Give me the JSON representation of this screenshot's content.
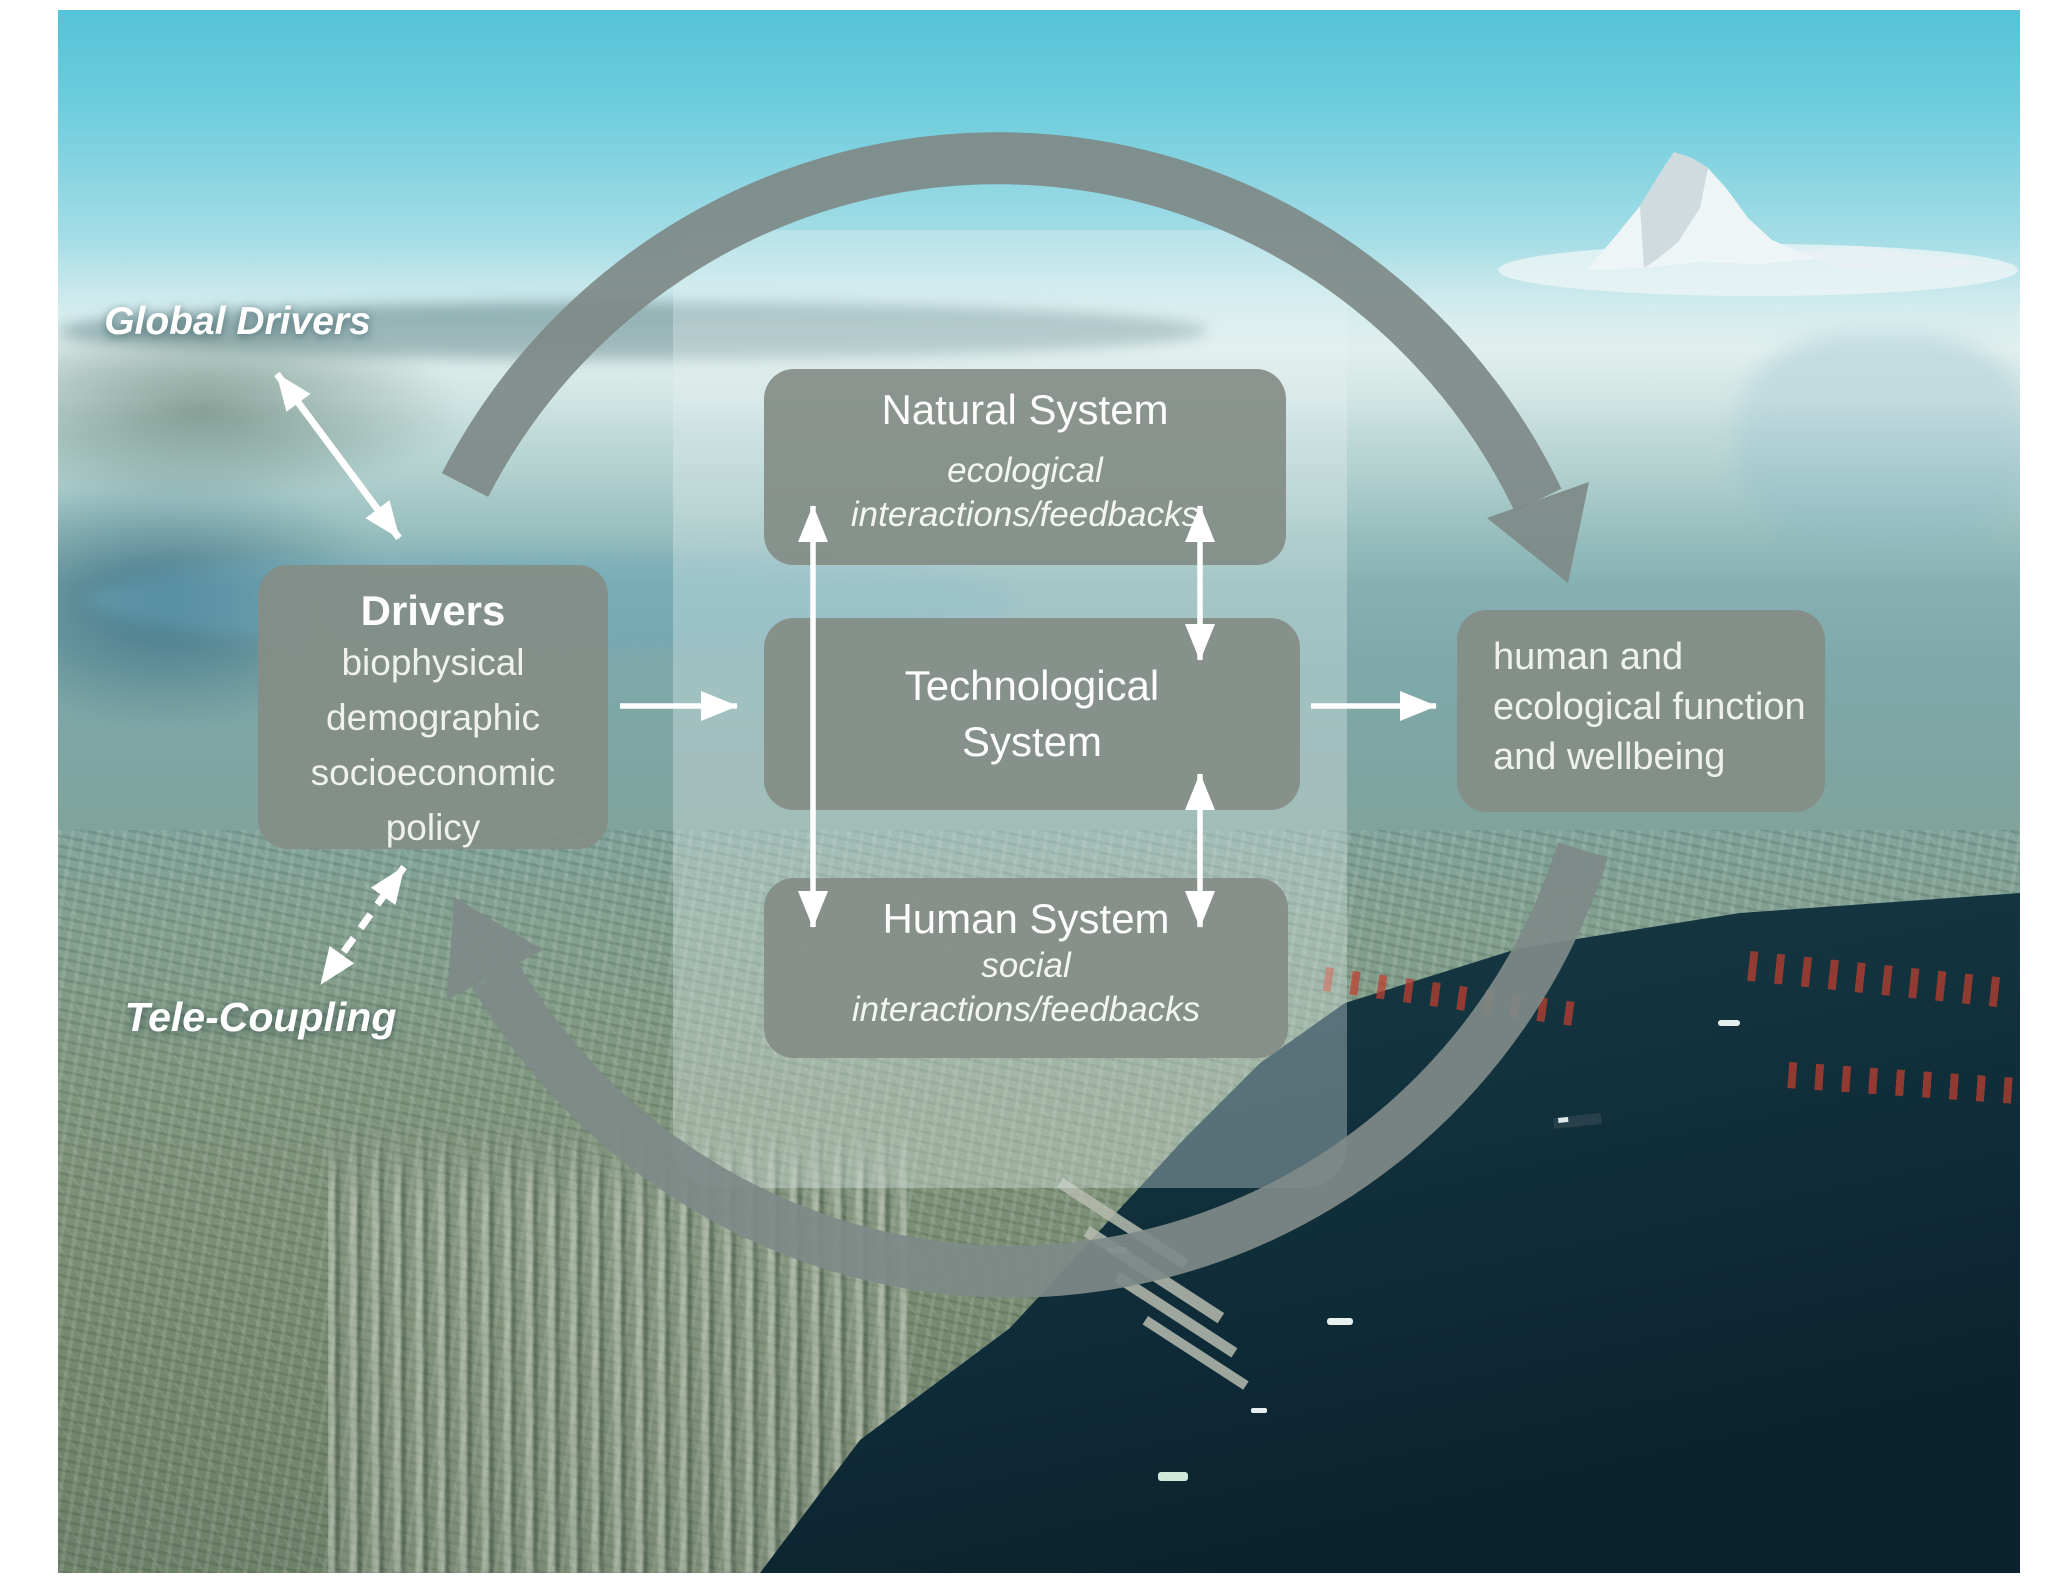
{
  "labels": {
    "global_drivers": "Global Drivers",
    "tele_coupling": "Tele-Coupling"
  },
  "drivers_box": {
    "title": "Drivers",
    "items": [
      "biophysical",
      "demographic",
      "socioeconomic",
      "policy"
    ]
  },
  "natural_box": {
    "title": "Natural System",
    "subtitle_line1": "ecological",
    "subtitle_line2": "interactions/feedbacks"
  },
  "technological_box": {
    "title_line1": "Technological",
    "title_line2": "System"
  },
  "human_box": {
    "title": "Human System",
    "subtitle_line1": "social",
    "subtitle_line2": "interactions/feedbacks"
  },
  "outcome_box": {
    "line1": "human and",
    "line2": "ecological function",
    "line3": "and wellbeing"
  },
  "colors": {
    "system_box_fill": "#848d87",
    "cycle_arrow_gray": "#7e8a88",
    "connector_white": "#ffffff",
    "panel_overlay": "#e7f2f2",
    "sky_cyan": "#55c3d8",
    "bay_water_dark": "#102c38"
  }
}
